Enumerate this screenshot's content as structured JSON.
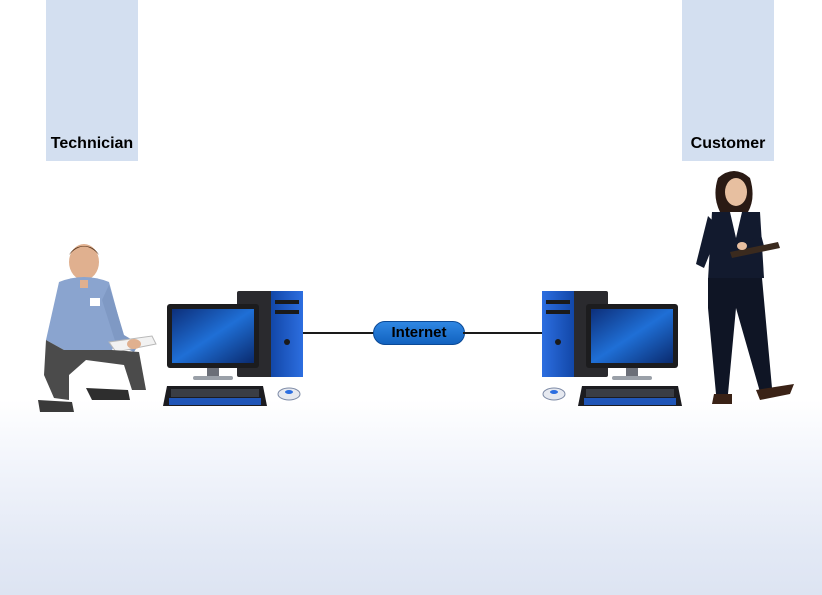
{
  "roles": {
    "technician": {
      "label": "Technician"
    },
    "customer": {
      "label": "Customer"
    }
  },
  "network": {
    "label": "Internet"
  },
  "colors": {
    "column_fill": "#d3dff0",
    "pill_blue": "#1e6fcf",
    "screen_blue": "#1f6fd6"
  },
  "icons": [
    "technician-figure",
    "customer-figure",
    "desktop-computer-icon",
    "mouse-icon",
    "keyboard-icon"
  ]
}
